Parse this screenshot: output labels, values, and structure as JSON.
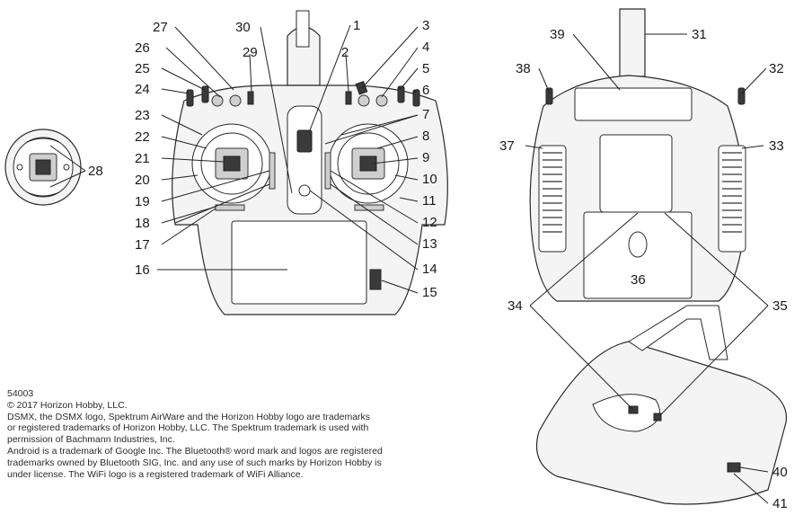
{
  "callouts": {
    "n1": "1",
    "n2": "2",
    "n3": "3",
    "n4": "4",
    "n5": "5",
    "n6": "6",
    "n7": "7",
    "n8": "8",
    "n9": "9",
    "n10": "10",
    "n11": "11",
    "n12": "12",
    "n13": "13",
    "n14": "14",
    "n15": "15",
    "n16": "16",
    "n17": "17",
    "n18": "18",
    "n19": "19",
    "n20": "20",
    "n21": "21",
    "n22": "22",
    "n23": "23",
    "n24": "24",
    "n25": "25",
    "n26": "26",
    "n27": "27",
    "n28": "28",
    "n29": "29",
    "n30": "30",
    "n31": "31",
    "n32": "32",
    "n33": "33",
    "n34": "34",
    "n35": "35",
    "n36": "36",
    "n37": "37",
    "n38": "38",
    "n39": "39",
    "n40": "40",
    "n41": "41"
  },
  "legal": {
    "part_number": "54003",
    "copyright": "© 2017 Horizon Hobby, LLC.",
    "line1": "DSMX, the DSMX logo, Spektrum AirWare and the Horizon Hobby logo are trademarks",
    "line2": "or registered trademarks of Horizon Hobby, LLC. The Spektrum trademark is used with",
    "line3": "permission of Bachmann Industries, Inc.",
    "line4": "Android is a trademark of Google Inc. The Bluetooth® word mark and logos are registered",
    "line5": "trademarks owned by Bluetooth SIG, Inc. and any use of such marks by Horizon Hobby is",
    "line6": "under license. The WiFi logo is a registered trademark of WiFi Alliance."
  }
}
